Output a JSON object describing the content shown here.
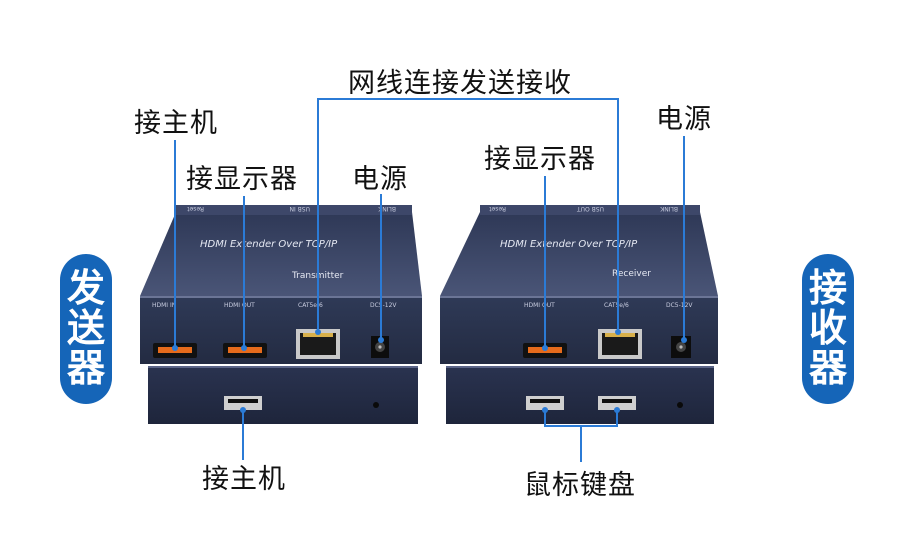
{
  "labels": {
    "network": "网线连接发送接收",
    "host_top": "接主机",
    "display_tx": "接显示器",
    "power_tx": "电源",
    "display_rx": "接显示器",
    "power_rx": "电源",
    "host_bottom": "接主机",
    "mouse_keyboard": "鼠标键盘"
  },
  "badges": {
    "sender": [
      "发",
      "送",
      "器"
    ],
    "receiver": [
      "接",
      "收",
      "器"
    ]
  },
  "transmitter": {
    "top_text": "HDMI Extender Over TCP/IP",
    "model": "Transmitter",
    "rear_labels": [
      "Reset",
      "USB IN",
      "BLINK"
    ],
    "ports": [
      "HDMI IN",
      "HDMI OUT",
      "CAT5e/6",
      "DC5-12V"
    ]
  },
  "receiver": {
    "top_text": "HDMI Extender Over TCP/IP",
    "model": "Receiver",
    "rear_labels": [
      "Reset",
      "USB OUT",
      "BLINK"
    ],
    "ports": [
      "HDMI OUT",
      "CAT5e/6",
      "DC5-12V"
    ]
  },
  "colors": {
    "badge": "#1565b8",
    "callout_line": "#2b7bd6",
    "device_body": "#2c3550",
    "device_top": "#3a4566"
  }
}
